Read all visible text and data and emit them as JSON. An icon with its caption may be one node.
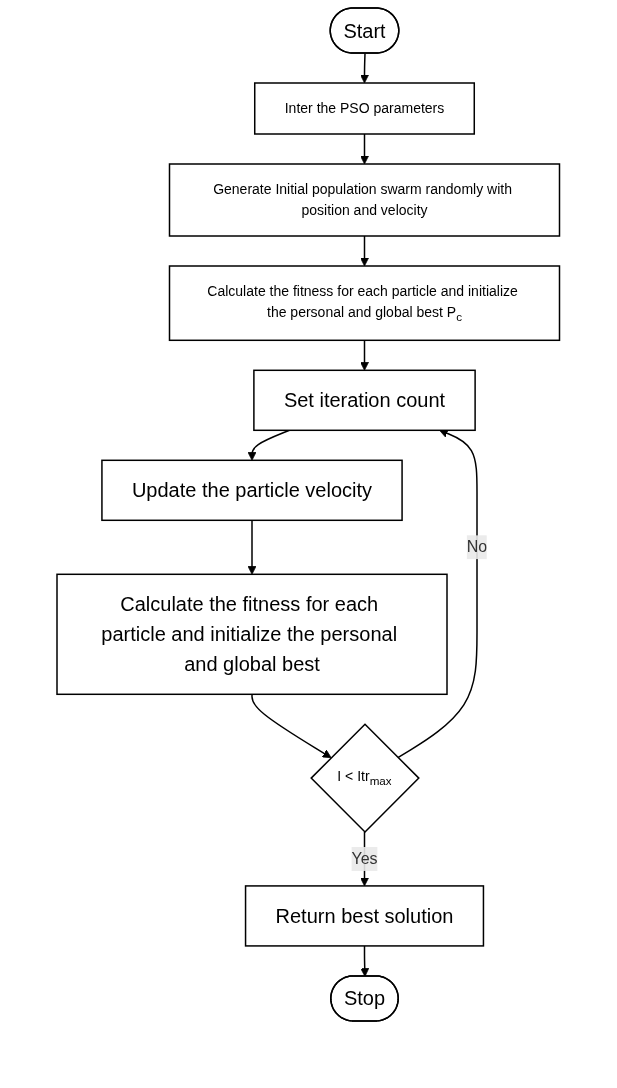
{
  "diagram": {
    "nodes": [
      {
        "text": [
          "Start"
        ]
      },
      {
        "text": [
          "Inter the PSO parameters"
        ]
      },
      {
        "text": [
          "Generate Initial population swarm randomly with position and velocity"
        ]
      },
      {
        "text": [
          "Calculate the fitness for each particle and initialize the personal and global best P$_{c}$"
        ]
      },
      {
        "text": [
          "Set iteration count"
        ]
      },
      {
        "text": [
          "Update the particle velocity"
        ]
      },
      {
        "text": [
          "Calculate the fitness for each particle and initialize the personal and global best"
        ]
      },
      {
        "text": [
          "I < Itr$_{max}$"
        ]
      },
      {
        "text": [
          "Return best solution"
        ]
      },
      {
        "text": [
          "Stop"
        ]
      }
    ],
    "edges": [
      {
        "from": 0,
        "to": 1,
        "arrow": "to"
      },
      {
        "from": 1,
        "to": 2,
        "arrow": "to"
      },
      {
        "from": 2,
        "to": 3,
        "arrow": "to"
      },
      {
        "from": 3,
        "to": 4,
        "arrow": "to"
      },
      {
        "from": 4,
        "to": 5,
        "arrow": "to"
      },
      {
        "from": 5,
        "to": 6,
        "arrow": "to"
      },
      {
        "from": 6,
        "to": 7,
        "arrow": "to"
      },
      {
        "from": 7,
        "to": 4,
        "arrow": "to",
        "label": "No"
      },
      {
        "from": 7,
        "to": 8,
        "arrow": "to",
        "label": "Yes"
      },
      {
        "from": 8,
        "to": 9,
        "arrow": "to"
      }
    ]
  }
}
